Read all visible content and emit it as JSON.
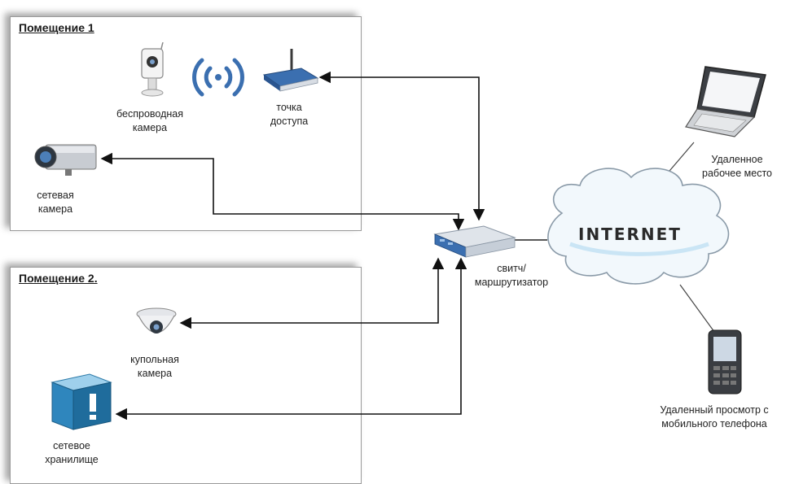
{
  "rooms": {
    "room1_title": "Помещение 1",
    "room2_title": "Помещение 2."
  },
  "devices": {
    "wireless_camera": [
      "беспроводная",
      "камера"
    ],
    "access_point": [
      "точка",
      "доступа"
    ],
    "network_camera": [
      "сетевая",
      "камера"
    ],
    "switch_router": [
      "свитч/",
      "маршрутизатор"
    ],
    "dome_camera": [
      "купольная",
      "камера"
    ],
    "network_storage": [
      "сетевое",
      "хранилище"
    ],
    "remote_workstation": [
      "Удаленное",
      "рабочее место"
    ],
    "mobile_view": [
      "Удаленный просмотр с",
      "мобильного телефона"
    ]
  },
  "cloud_label": "INTERNET",
  "colors": {
    "line": "#111111",
    "device_blue": "#3b6fb0",
    "cloud_stroke": "#8a9aa8",
    "cloud_fill": "#eef5fa"
  }
}
